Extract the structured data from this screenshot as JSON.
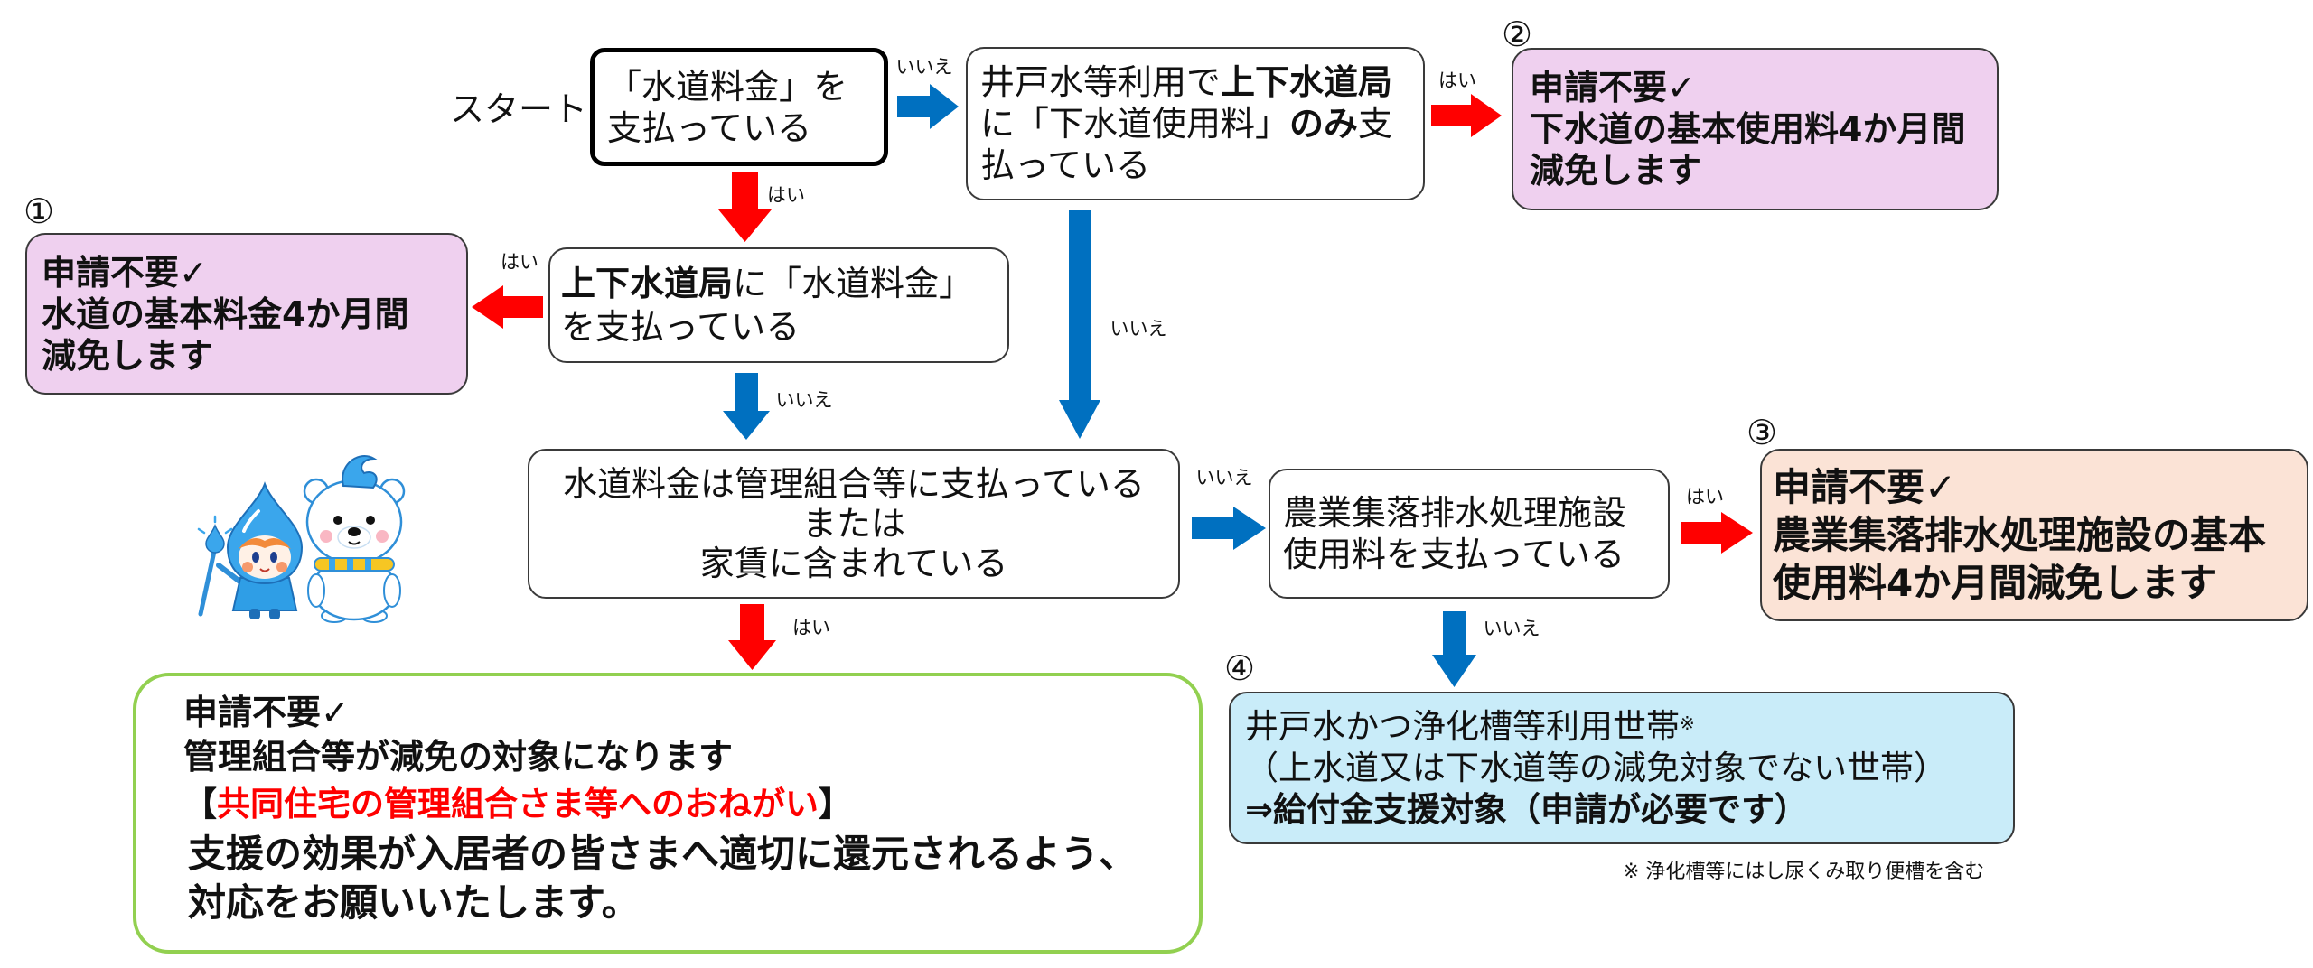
{
  "start_label": "スタート",
  "answer_labels": {
    "yes": "はい",
    "no": "いいえ"
  },
  "questions": {
    "water_bill": {
      "lines": [
        "「水道料金」を",
        "支払っている"
      ]
    },
    "well_sewer_only": {
      "lines": [
        [
          "井戸水等利用で",
          "上下水道局"
        ],
        [
          "に「下水道使用料」",
          "のみ",
          "支"
        ],
        [
          "払っている"
        ]
      ]
    },
    "bureau_water_bill": {
      "lines": [
        [
          "上下水道局",
          "に「水道料金」"
        ],
        [
          "を支払っている"
        ]
      ]
    },
    "management_or_rent": {
      "lines": [
        "水道料金は管理組合等に支払っている",
        "または",
        "家賃に含まれている"
      ]
    },
    "rural_sewer_fee": {
      "lines": [
        "農業集落排水処理施設",
        "使用料を支払っている"
      ]
    }
  },
  "outcomes": {
    "water_exemption": {
      "number": "①",
      "lines": [
        "申請不要✓",
        "水道の基本料金4か月間",
        "減免します"
      ]
    },
    "sewer_exemption": {
      "number": "②",
      "lines": [
        "申請不要✓",
        "下水道の基本使用料4か月間",
        "減免します"
      ]
    },
    "rural_sewer_exemption": {
      "number": "③",
      "lines": [
        "申請不要✓",
        "農業集落排水処理施設の基本",
        "使用料4か月間減免します"
      ]
    },
    "benefit_support": {
      "number": "④",
      "lines": [
        [
          "井戸水かつ浄化槽等利用世帯",
          "※"
        ],
        [
          "（上水道又は下水道等の減免対象でない世帯）"
        ],
        [
          "⇒給付金支援対象（申請が必要です）"
        ]
      ]
    },
    "management_association": {
      "lines": [
        "申請不要✓",
        "管理組合等が減免の対象になります",
        [
          "【",
          "共同住宅の管理組合さま等へのおねがい",
          "】"
        ],
        "支援の効果が入居者の皆さまへ適切に還元されるよう、",
        "対応をお願いいたします。"
      ]
    }
  },
  "footnote": "※ 浄化槽等にはし尿くみ取り便槽を含む",
  "mascots": [
    "water-drop-mascot",
    "polar-bear-mascot"
  ],
  "colors": {
    "yes_arrow": "#ff0000",
    "no_arrow": "#0070c0",
    "outcome_pink": "#efd0ef",
    "outcome_peach": "#fbe3d6",
    "outcome_sky": "#c9ecf9",
    "note_border": "#92d050",
    "alert_text": "#ff0000"
  }
}
